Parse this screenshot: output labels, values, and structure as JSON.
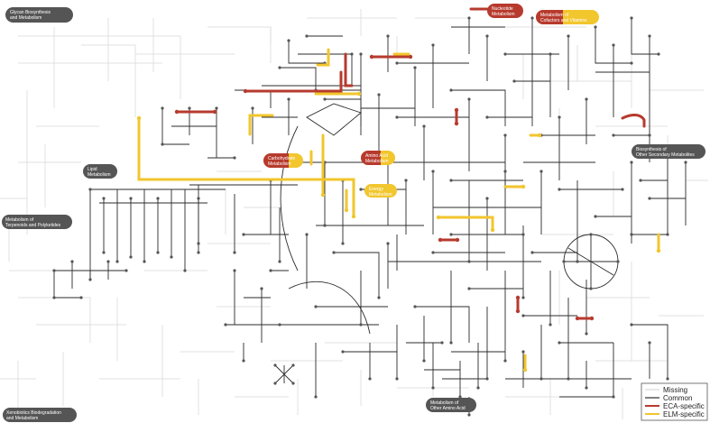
{
  "colors": {
    "missing": "#d9d9d9",
    "common": "#2b2b2b",
    "node": "#555555",
    "eca": "#b73a2e",
    "elm": "#f2c62d",
    "pill_grey": "#555555"
  },
  "labels": {
    "glycan": [
      "Glycan Biosynthesis",
      "and Metabolism"
    ],
    "nucleotide": [
      "Nucleotide",
      "Metabolism"
    ],
    "cofactors": [
      "Metabolism of",
      "Cofactors and Vitamins"
    ],
    "secondary": [
      "Biosynthesis of",
      "Other Secondary Metabolites"
    ],
    "lipid": [
      "Lipid",
      "Metabolism"
    ],
    "carbohydrate": [
      "Carbohydrate",
      "Metabolism"
    ],
    "aminoacid": [
      "Amino Acid",
      "Metabolism"
    ],
    "energy": [
      "Energy",
      "Metabolism"
    ],
    "terpenoids": [
      "Metabolism of",
      "Terpenoids and Polyketides"
    ],
    "other_amino": [
      "Metabolism of",
      "Other Amino Acid"
    ],
    "xenobiotics": [
      "Xenobiotics Biodegradation",
      "and Metabolism"
    ]
  },
  "legend": {
    "missing": "Missing",
    "common": "Common",
    "eca": "ECA-specific",
    "elm": "ELM-specific"
  }
}
